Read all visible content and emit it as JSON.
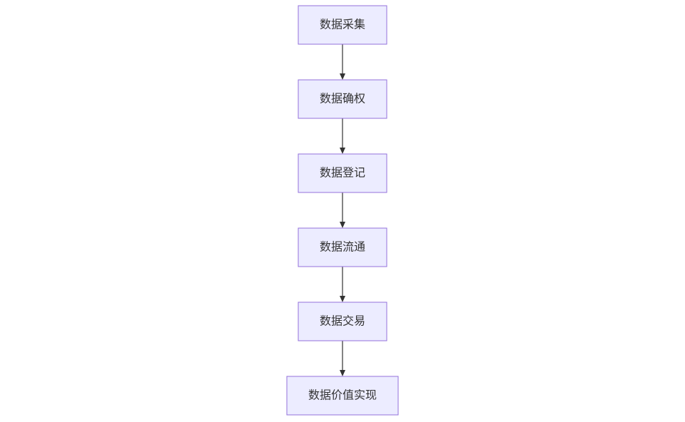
{
  "diagram": {
    "type": "flowchart",
    "direction": "top-down",
    "colors": {
      "node_fill": "#ECECFF",
      "node_border": "#9370DB",
      "text": "#333333",
      "edge": "#333333",
      "background": "#FFFFFF"
    },
    "nodes": [
      {
        "id": "collect",
        "label": "数据采集"
      },
      {
        "id": "confirm",
        "label": "数据确权"
      },
      {
        "id": "register",
        "label": "数据登记"
      },
      {
        "id": "circulate",
        "label": "数据流通"
      },
      {
        "id": "trade",
        "label": "数据交易"
      },
      {
        "id": "value",
        "label": "数据价值实现"
      }
    ],
    "edges": [
      {
        "from": "collect",
        "to": "confirm"
      },
      {
        "from": "confirm",
        "to": "register"
      },
      {
        "from": "register",
        "to": "circulate"
      },
      {
        "from": "circulate",
        "to": "trade"
      },
      {
        "from": "trade",
        "to": "value"
      }
    ]
  }
}
